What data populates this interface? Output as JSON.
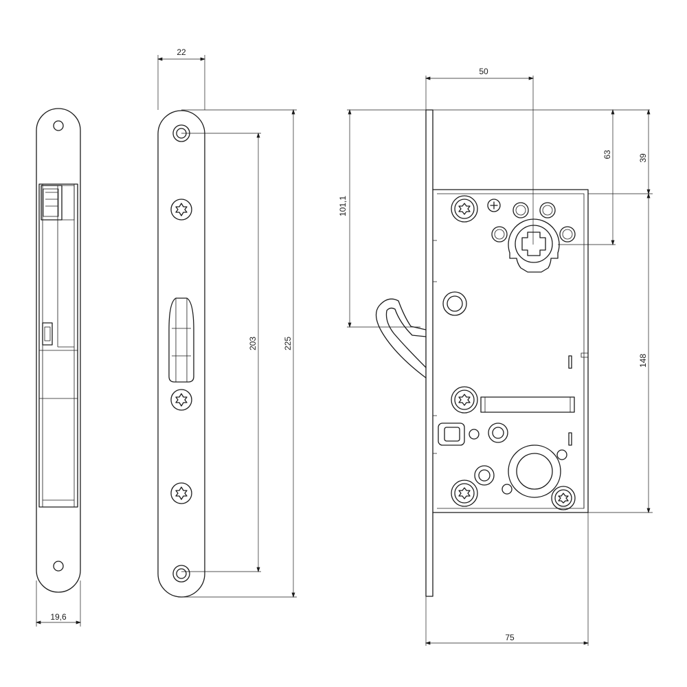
{
  "dimensions": {
    "side_width": "19,6",
    "faceplate_width": "22",
    "screw_span": "203",
    "faceplate_length": "225",
    "backset": "50",
    "hook_height": "101,1",
    "top_to_spindle": "63",
    "top_to_case": "39",
    "case_height": "148",
    "case_depth": "75"
  }
}
